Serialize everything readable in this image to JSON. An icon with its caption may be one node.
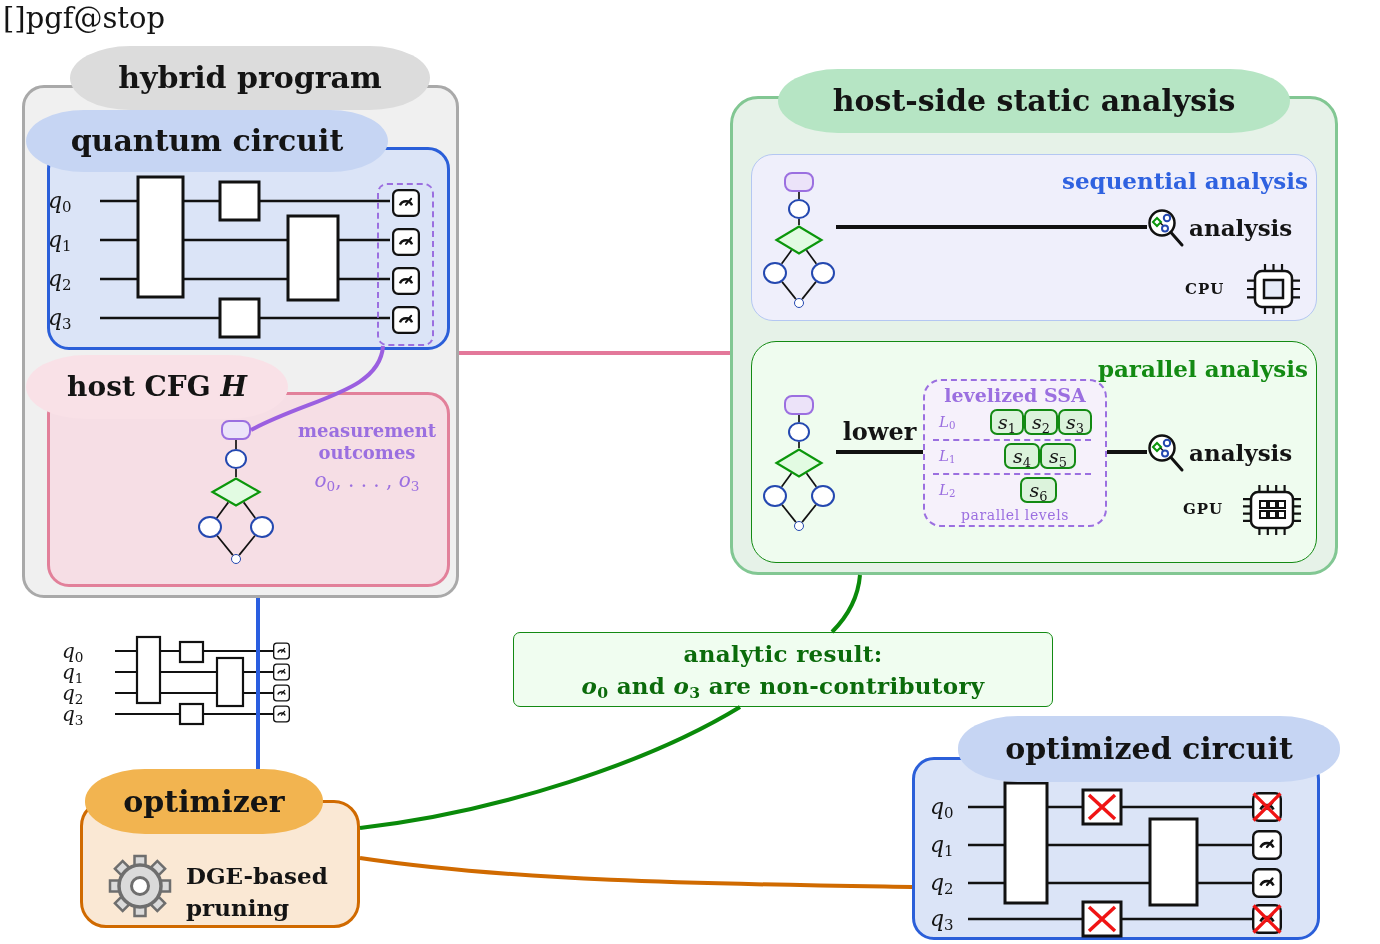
{
  "diagram": {
    "nodes": [
      {
        "text": [
          "hybrid program"
        ]
      },
      {
        "text": [
          "quantum circuit",
          "*q*$_{0}$",
          "*q*$_{1}$",
          "*q*$_{2}$",
          "*q*$_{3}$"
        ],
        "in": 0
      },
      {
        "text": [],
        "shape": "box",
        "in": 1
      },
      {
        "text": [
          "host CFG *H*"
        ],
        "in": 0
      },
      {
        "text": [],
        "shape": "box",
        "in": 3
      },
      {
        "text": [],
        "shape": "circle",
        "in": 3
      },
      {
        "text": [],
        "shape": "diamond",
        "in": 3
      },
      {
        "text": [],
        "shape": "circle",
        "in": 3
      },
      {
        "text": [],
        "shape": "circle",
        "in": 3
      },
      {
        "text": [],
        "shape": "circle",
        "in": 3
      },
      {
        "text": [
          "host-side static analysis"
        ]
      },
      {
        "text": [
          "sequential analysis",
          "CPU"
        ],
        "in": 10
      },
      {
        "text": [],
        "shape": "box",
        "in": 11
      },
      {
        "text": [],
        "shape": "circle",
        "in": 11
      },
      {
        "text": [],
        "shape": "diamond",
        "in": 11
      },
      {
        "text": [],
        "shape": "circle",
        "in": 11
      },
      {
        "text": [],
        "shape": "circle",
        "in": 11
      },
      {
        "text": [],
        "shape": "circle",
        "in": 11
      },
      {
        "text": [
          "analysis"
        ],
        "in": 11
      },
      {
        "text": [
          "parallel analysis",
          "GPU"
        ],
        "in": 10
      },
      {
        "text": [],
        "shape": "box",
        "in": 19
      },
      {
        "text": [],
        "shape": "circle",
        "in": 19
      },
      {
        "text": [],
        "shape": "diamond",
        "in": 19
      },
      {
        "text": [],
        "shape": "circle",
        "in": 19
      },
      {
        "text": [],
        "shape": "circle",
        "in": 19
      },
      {
        "text": [],
        "shape": "circle",
        "in": 19
      },
      {
        "text": [
          "levelized SSA",
          "*L*$_{0}$",
          "*L*$_{1}$",
          "*L*$_{2}$",
          "parallel levels"
        ],
        "in": 19
      },
      {
        "text": [
          "*s*$_{1}$"
        ],
        "in": 26
      },
      {
        "text": [
          "*s*$_{2}$"
        ],
        "in": 26
      },
      {
        "text": [
          "*s*$_{3}$"
        ],
        "in": 26
      },
      {
        "text": [
          "*s*$_{4}$"
        ],
        "in": 26
      },
      {
        "text": [
          "*s*$_{5}$"
        ],
        "in": 26
      },
      {
        "text": [
          "*s*$_{6}$"
        ],
        "in": 26
      },
      {
        "text": [
          "analysis"
        ],
        "in": 19
      },
      {
        "text": [
          "analytic result:",
          "*o*$_{0}$ and *o*$_{3}$ are non-contributory"
        ]
      },
      {
        "text": [
          "optimizer",
          "DGE-based pruning"
        ]
      },
      {
        "text": [
          "optimized circuit",
          "*q*$_{0}$",
          "*q*$_{1}$",
          "*q*$_{2}$",
          "*q*$_{3}$"
        ]
      }
    ],
    "edges": [
      {
        "from": 0,
        "to": 10,
        "arrow": "none",
        "style": "thick",
        "color": "#e3789a"
      },
      {
        "from": 2,
        "to": 4,
        "arrow": "none",
        "style": "thick",
        "color": "#9b5fe0"
      },
      {
        "from": 4,
        "to": 5,
        "arrow": "none"
      },
      {
        "from": 5,
        "to": 6,
        "arrow": "none"
      },
      {
        "from": 6,
        "to": 7,
        "arrow": "none"
      },
      {
        "from": 6,
        "to": 8,
        "arrow": "none"
      },
      {
        "from": 7,
        "to": 9,
        "arrow": "none"
      },
      {
        "from": 8,
        "to": 9,
        "arrow": "none"
      },
      {
        "from": 12,
        "to": 13,
        "arrow": "none"
      },
      {
        "from": 13,
        "to": 14,
        "arrow": "none"
      },
      {
        "from": 14,
        "to": 15,
        "arrow": "none"
      },
      {
        "from": 14,
        "to": 16,
        "arrow": "none"
      },
      {
        "from": 15,
        "to": 17,
        "arrow": "none"
      },
      {
        "from": 16,
        "to": 17,
        "arrow": "none"
      },
      {
        "from": null,
        "to": 18,
        "arrow": "none",
        "style": "thick"
      },
      {
        "from": 20,
        "to": 21,
        "arrow": "none"
      },
      {
        "from": 21,
        "to": 22,
        "arrow": "none"
      },
      {
        "from": 22,
        "to": 23,
        "arrow": "none"
      },
      {
        "from": 22,
        "to": 24,
        "arrow": "none"
      },
      {
        "from": 23,
        "to": 25,
        "arrow": "none"
      },
      {
        "from": 24,
        "to": 25,
        "arrow": "none"
      },
      {
        "from": null,
        "to": 26,
        "arrow": "none",
        "label": "lower",
        "style": "thick"
      },
      {
        "from": 26,
        "to": 33,
        "arrow": "none",
        "style": "thick"
      },
      {
        "from": 10,
        "to": 34,
        "arrow": "none",
        "style": "thick",
        "color": "#0a8a0a"
      },
      {
        "from": 34,
        "to": 35,
        "arrow": "none",
        "style": "thick",
        "color": "#0a8a0a"
      },
      {
        "from": 0,
        "to": 35,
        "arrow": "none",
        "style": "thick",
        "color": "#2a5ee0"
      },
      {
        "from": 35,
        "to": 36,
        "arrow": "none",
        "style": "thick",
        "color": "#d06a00"
      }
    ],
    "labels": [
      "[]pgf@stop",
      "measurement outcomes",
      "*o*$_{0}$, . . . , *o*$_{3}$",
      "*q*$_{0}$",
      "*q*$_{1}$",
      "*q*$_{2}$",
      "*q*$_{3}$"
    ]
  }
}
